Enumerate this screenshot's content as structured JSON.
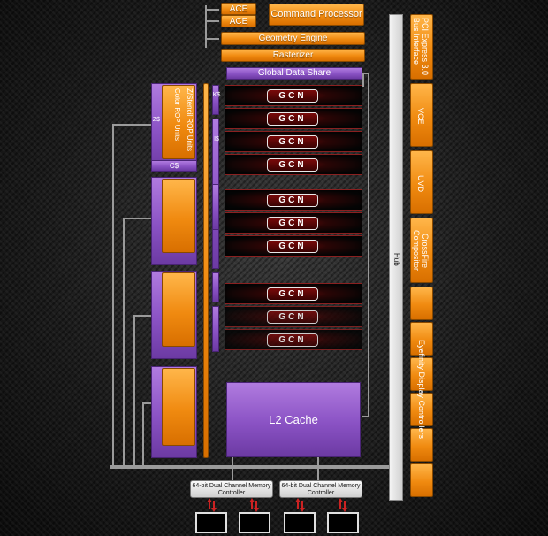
{
  "diagram": {
    "ace_1": "ACE",
    "ace_2": "ACE",
    "command_processor": "Command Processor",
    "geometry_engine": "Geometry Engine",
    "rasterizer": "Rasterizer",
    "global_data_share": "Global Data Share",
    "gcn_label": "GCN",
    "l2_cache": "L2 Cache",
    "hub": "Hub",
    "rop_z_label": "Z$",
    "rop_c_label": "C$",
    "rop_units_1": "Color ROP Units",
    "rop_units_2": "Z/Stencil ROP Units",
    "k_cache": "K$",
    "i_cache": "I$",
    "pcie": "PCI Express 3.0",
    "bus_interface": "Bus Interface",
    "vce": "VCE",
    "uvd": "UVD",
    "crossfire": "CrossFire",
    "compositor": "Compositor",
    "eyefinity": "Eyefinity Display Controllers",
    "memory_controller_1": "64-bit Dual Channel Memory Controller",
    "memory_controller_2": "64-bit Dual Channel Memory Controller"
  },
  "colors": {
    "orange": "#f08a10",
    "purple": "#8a52c4",
    "gcn_red": "#8a2020",
    "memory_arrow": "#cc2222"
  }
}
